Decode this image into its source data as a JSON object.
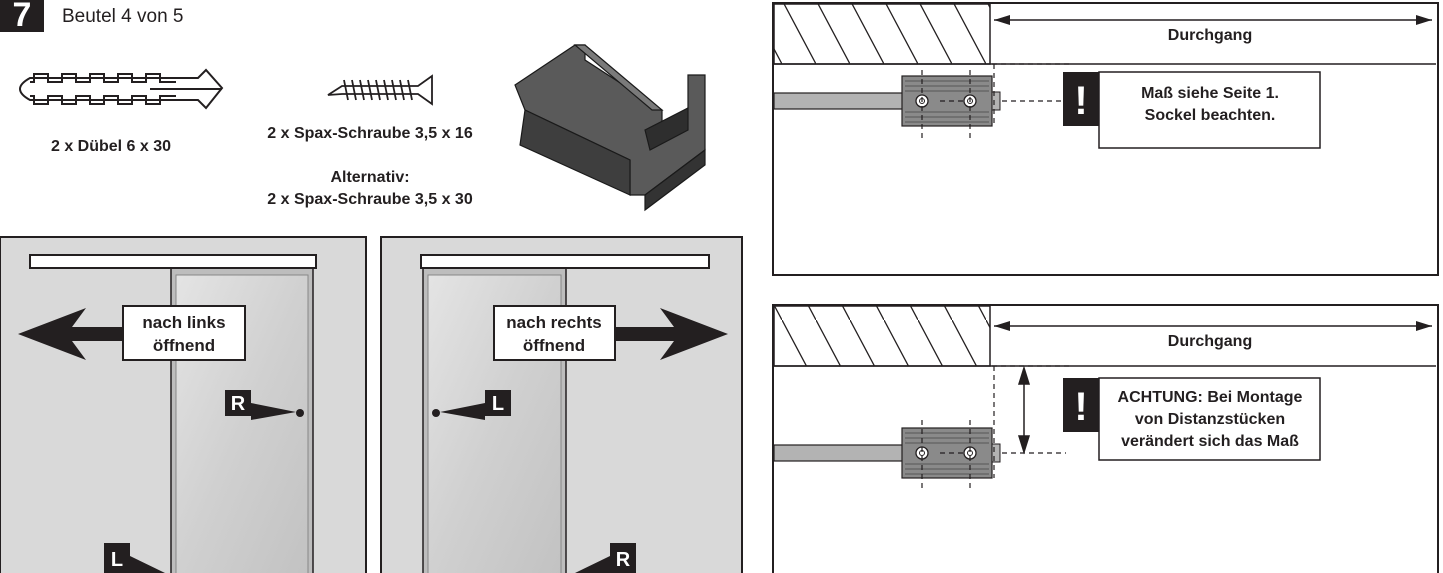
{
  "step": {
    "number": "7",
    "bag_label": "Beutel 4 von 5"
  },
  "parts": {
    "dowel": "2 x Dübel 6 x 30",
    "screw": "2 x Spax-Schraube 3,5 x 16",
    "alternative_heading": "Alternativ:",
    "alternative_screw": "2 x Spax-Schraube 3,5 x 30"
  },
  "doors": {
    "left_open_line1": "nach links",
    "left_open_line2": "öffnend",
    "right_open_line1": "nach rechts",
    "right_open_line2": "öffnend",
    "marker_r": "R",
    "marker_l": "L"
  },
  "details": {
    "passage_label": "Durchgang",
    "warning_mark": "!",
    "note1_line1": "Maß siehe Seite 1.",
    "note1_line2": "Sockel beachten.",
    "note2_line1": "ACHTUNG: Bei Montage",
    "note2_line2": "von Distanzstücken",
    "note2_line3": "verändert sich das Maß"
  },
  "colors": {
    "ink": "#231f20",
    "panel_gray": "#d9d9d9",
    "glass_gray": "#cfcfcf",
    "rail_gray": "#b3b3b3",
    "part_dark": "#4a4a4a"
  }
}
